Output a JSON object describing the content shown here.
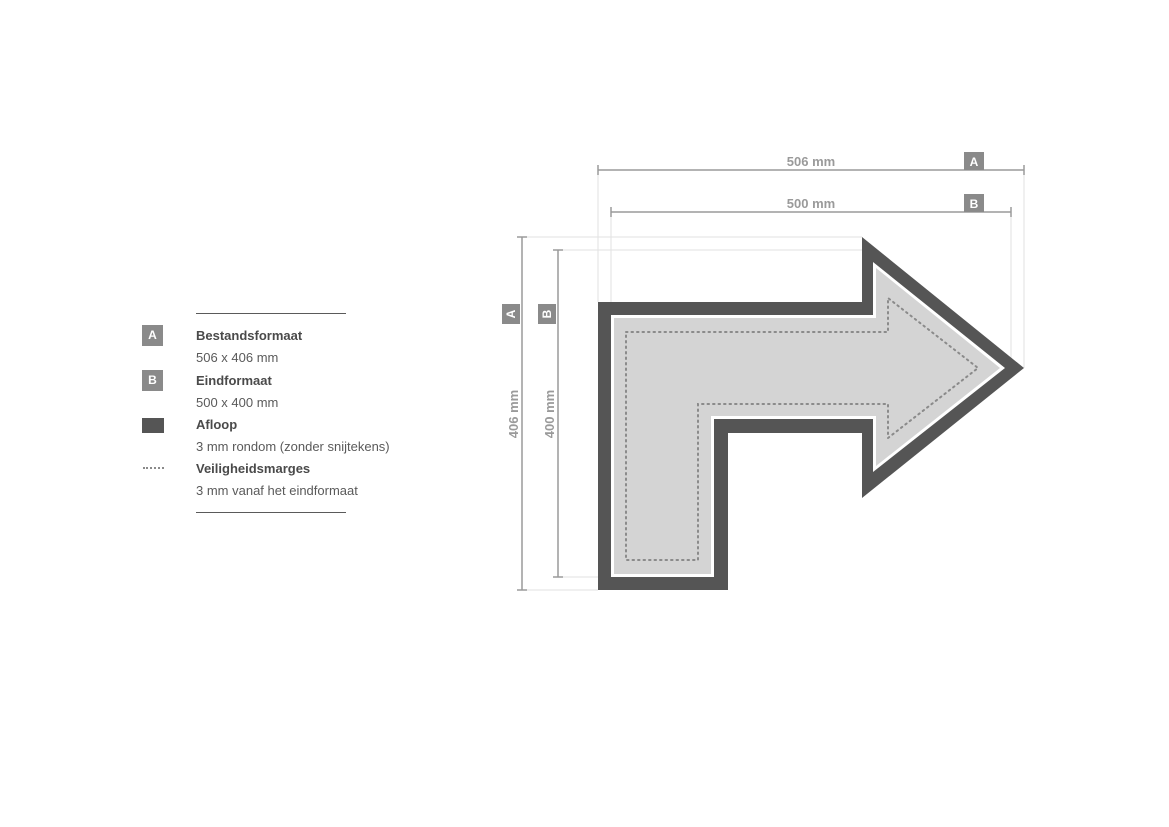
{
  "legend": {
    "items": [
      {
        "marker": "A",
        "marker_type": "letter-badge",
        "title": "Bestandsformaat",
        "description": "506 x 406 mm"
      },
      {
        "marker": "B",
        "marker_type": "letter-badge",
        "title": "Eindformaat",
        "description": "500 x 400 mm"
      },
      {
        "marker": "",
        "marker_type": "dark-swatch",
        "title": "Afloop",
        "description": "3 mm rondom (zonder snijtekens)"
      },
      {
        "marker": "",
        "marker_type": "dotted-line",
        "title": "Veiligheidsmarges",
        "description": "3 mm vanaf het eindformaat"
      }
    ]
  },
  "diagram": {
    "shape": "arrow-right",
    "dimensions": {
      "width_a": {
        "label": "506 mm",
        "tag": "A"
      },
      "width_b": {
        "label": "500 mm",
        "tag": "B"
      },
      "height_a": {
        "label": "406 mm",
        "tag": "A"
      },
      "height_b": {
        "label": "400 mm",
        "tag": "B"
      }
    }
  },
  "colors": {
    "bleed": "#555555",
    "trim_outline": "#ffffff",
    "fill": "#d4d4d4",
    "safety_dots": "#8a8a8a",
    "dimension_lines": "#9a9a9a",
    "badge": "#8a8a8a"
  }
}
